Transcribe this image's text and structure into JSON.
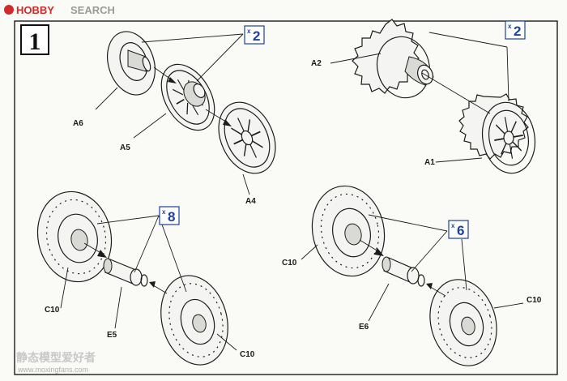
{
  "header": {
    "logo_brand": "HOBBY",
    "logo_word": "SEARCH"
  },
  "step": {
    "number": "1"
  },
  "quantities": {
    "sprocket_hub": "2",
    "drive_sprocket": "2",
    "road_wheel_left": "8",
    "road_wheel_right": "6",
    "prefix": "x"
  },
  "parts": {
    "a6": "A6",
    "a5": "A5",
    "a4": "A4",
    "a2": "A2",
    "a1": "A1",
    "c10_left_front": "C10",
    "c10_left_back": "C10",
    "c10_right_front": "C10",
    "c10_right_back": "C10",
    "e5": "E5",
    "e6": "E6"
  },
  "watermark": {
    "cn": "静态模型爱好者",
    "url": "www.moxingfans.com"
  },
  "colors": {
    "badge": "#1d3fa0",
    "logo_red": "#d22a2a",
    "ink": "#1c1c1c"
  }
}
